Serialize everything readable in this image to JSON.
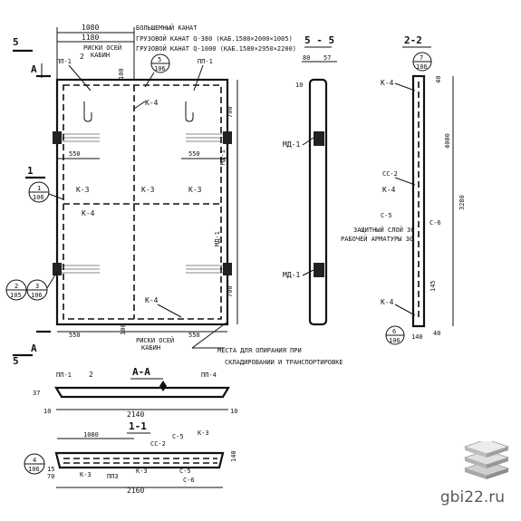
{
  "plan": {
    "sec5_top": "5",
    "secA_top": "A",
    "sec1_left": "1",
    "secA_bot": "A",
    "sec5_bot": "5",
    "sec5_num_top": "5",
    "sec5_den_top": "106",
    "sec1_num": "1",
    "sec1_den": "106",
    "sec2_num": "2",
    "sec2_den": "105",
    "sec3_num": "3",
    "sec3_den": "106",
    "dim_1080": "1080",
    "dim_1180": "1180",
    "risk_osi_top": "РИСКИ ОСЕЙ",
    "risk_osi_top2": "КАБИН",
    "note_bolshoy": "БОЛЬШЕМНЫЙ КАНАТ",
    "note_gruz1": "ГРУЗОВОЙ КАНАТ Q-380 (КАБ.1580×2000×1005)",
    "note_gruz2": "ГРУЗОВОЙ КАНАТ Q-1000 (КАБ.1580×2950×2200)",
    "pp1_tl": "ПП-1",
    "pp1_tr": "ПП-1",
    "num_2_tl": "2",
    "k4_top": "К-4",
    "k3_left": "К-3",
    "k3_mid": "К-3",
    "k3_right": "К-3",
    "k4_mid": "К-4",
    "k4_bot": "К-4",
    "md1_right_top": "МД-1",
    "md1_right_bot": "МД-1",
    "dim_550_ul": "550",
    "dim_550_ur": "550",
    "dim_550_bl": "550",
    "dim_550_br": "550",
    "dim_700_top": "700",
    "dim_700_bot": "700",
    "dim_100_top": "100",
    "dim_100_bot": "100",
    "risk_osi_bot": "РИСКИ ОСЕЙ",
    "risk_osi_bot2": "КАБИН",
    "mesta1": "МЕСТА ДЛЯ ОПИРАНИЯ  ПРИ",
    "mesta2": "СКЛАДИРОВАНИИ И ТРАНСПОРТИРОВКЕ"
  },
  "section55": {
    "title": "5 - 5",
    "dim_80": "80",
    "dim_57": "57",
    "dim_10": "10",
    "md1_a": "МД-1",
    "md1_b": "МД-1"
  },
  "section22": {
    "title": "2-2",
    "num_top": "7",
    "den_top": "106",
    "k4_top": "К-4",
    "dim_40": "40",
    "dim_4000": "4000",
    "dim_3280": "3280",
    "cs2": "СС-2",
    "k4_mid": "К-4",
    "c5": "С-5",
    "c6": "С-6",
    "zashch1": "ЗАЩИТНЫЙ СЛОЙ 30",
    "zashch2": "РАБОЧЕЙ АРМАТУРЫ 30",
    "dim_145": "145",
    "k4_bot": "К-4",
    "num_bot": "6",
    "den_bot": "106",
    "dim_140": "140",
    "dim_40b": "40"
  },
  "sectionAA": {
    "title": "А-А",
    "pp1_l": "ПП-1",
    "num_2": "2",
    "pp1_r": "ПП-4",
    "dim_37": "37",
    "dim_10l": "10",
    "dim_2140": "2140",
    "dim_10r": "10"
  },
  "section11": {
    "title": "1-1",
    "dim_1080": "1080",
    "cs2": "СС-2",
    "c5": "С-5",
    "k3_r": "К-3",
    "num_4": "4",
    "den_4": "106",
    "dim_70": "70",
    "dim_15": "15",
    "k3_a": "К-3",
    "ppz": "ППЗ",
    "k3_b": "К-3",
    "c5b": "С-5",
    "c6": "С-6",
    "dim_140": "140",
    "dim_2160": "2160"
  },
  "watermark": "gbi22.ru",
  "logo_icon": "stacked-slabs-icon"
}
